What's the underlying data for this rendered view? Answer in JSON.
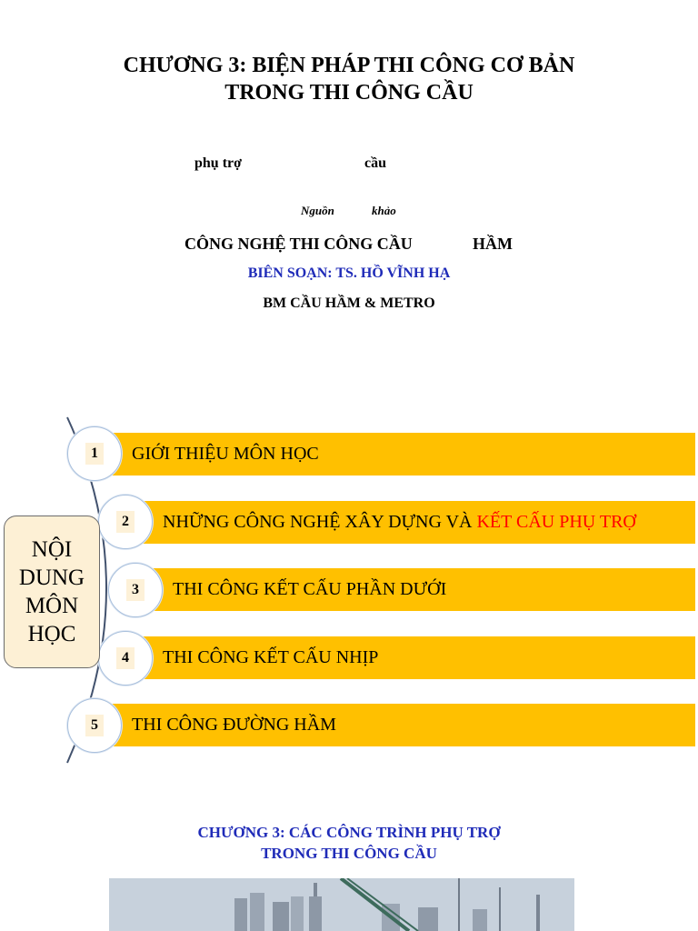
{
  "header": {
    "title_line1": "CHƯƠNG 3: BIỆN PHÁP THI CÔNG CƠ BẢN",
    "title_line2": "TRONG THI CÔNG CẦU",
    "fragment_left": "phụ trợ",
    "fragment_right": "cầu",
    "source_word1": "Nguồn",
    "source_word2": "khảo",
    "course_part1": "CÔNG NGHỆ THI CÔNG CẦU",
    "course_part2": "HẦM",
    "author": "BIÊN SOẠN: TS. HỒ VĨNH HẠ",
    "department": "BM CẦU HẦM & METRO"
  },
  "diagram": {
    "side_label": [
      "NỘI",
      "DUNG",
      "MÔN",
      "HỌC"
    ],
    "items": [
      {
        "number": "1",
        "text": "GIỚI THIỆU MÔN HỌC"
      },
      {
        "number": "2",
        "text": "NHỮNG CÔNG NGHỆ XÂY DỰNG VÀ ",
        "highlight": "KẾT CẤU PHỤ TRỢ"
      },
      {
        "number": "3",
        "text": "THI CÔNG KẾT CẤU PHẦN DƯỚI"
      },
      {
        "number": "4",
        "text": "THI CÔNG KẾT CẤU NHỊP"
      },
      {
        "number": "5",
        "text": "THI CÔNG ĐƯỜNG HẦM"
      }
    ],
    "colors": {
      "bar": "#ffc000",
      "highlight": "#ff0000",
      "side_box": "#fdf0d5"
    }
  },
  "section2": {
    "title_line1": "CHƯƠNG 3: CÁC CÔNG TRÌNH PHỤ TRỢ",
    "title_line2": "TRONG THI CÔNG CẦU"
  }
}
